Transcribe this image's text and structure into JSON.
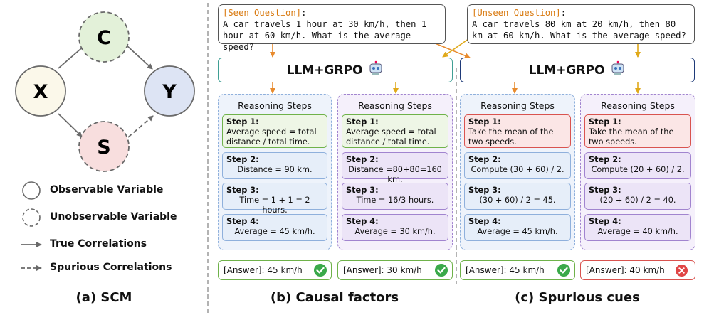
{
  "scm": {
    "nodes": {
      "x": "X",
      "c": "C",
      "y": "Y",
      "s": "S"
    },
    "legend": {
      "observable": "Observable Variable",
      "unobservable": "Unobservable Variable",
      "true_corr": "True Correlations",
      "spurious_corr": "Spurious Correlations"
    },
    "caption": "(a) SCM"
  },
  "seen": {
    "tag": "[Seen Question]",
    "colon": ":",
    "text": "A car travels 1 hour at 30 km/h, then 1 hour at 60 km/h. What is the average speed?"
  },
  "unseen": {
    "tag": "[Unseen Question]",
    "colon": ":",
    "text": "A car travels 80 km at 20 km/h, then 80 km at 60 km/h. What is the average speed?"
  },
  "llm_label": "LLM+GRPO",
  "columns": [
    {
      "title": "Reasoning Steps",
      "steps": [
        {
          "label": "Step 1:",
          "text": "Average speed = total distance / total time."
        },
        {
          "label": "Step 2:",
          "text": "Distance = 90 km."
        },
        {
          "label": "Step 3:",
          "text": "Time = 1 + 1 = 2 hours."
        },
        {
          "label": "Step 4:",
          "text": "Average = 45 km/h."
        }
      ],
      "answer": "[Answer]: 45 km/h",
      "correct": true
    },
    {
      "title": "Reasoning Steps",
      "steps": [
        {
          "label": "Step 1:",
          "text": "Average speed = total distance / total time."
        },
        {
          "label": "Step 2:",
          "text": "Distance =80+80=160 km."
        },
        {
          "label": "Step 3:",
          "text": "Time = 16/3 hours."
        },
        {
          "label": "Step 4:",
          "text": "Average = 30 km/h."
        }
      ],
      "answer": "[Answer]: 30 km/h",
      "correct": true
    },
    {
      "title": "Reasoning Steps",
      "steps": [
        {
          "label": "Step 1:",
          "text": "Take the mean of the two speeds."
        },
        {
          "label": "Step 2:",
          "text": "Compute (30 + 60) / 2."
        },
        {
          "label": "Step 3:",
          "text": "(30 + 60) / 2 = 45."
        },
        {
          "label": "Step 4:",
          "text": "Average = 45 km/h."
        }
      ],
      "answer": "[Answer]: 45 km/h",
      "correct": true
    },
    {
      "title": "Reasoning Steps",
      "steps": [
        {
          "label": "Step 1:",
          "text": "Take the mean of the two speeds."
        },
        {
          "label": "Step 2:",
          "text": "Compute (20 + 60) / 2."
        },
        {
          "label": "Step 3:",
          "text": "(20 + 60) / 2 = 40."
        },
        {
          "label": "Step 4:",
          "text": "Average = 40 km/h."
        }
      ],
      "answer": "[Answer]: 40 km/h",
      "correct": false
    }
  ],
  "captions": {
    "b": "(b) Causal factors",
    "c": "(c) Spurious cues"
  },
  "colors": {
    "green": "#6fb24a",
    "green_fill": "#eef6e6",
    "blue": "#8fb0dc",
    "blue_fill": "#e6eef9",
    "purple": "#a184cf",
    "purple_fill": "#ece4f7",
    "red": "#d9534f",
    "red_fill": "#fbe6e6",
    "orange": "#e88b2e",
    "gold": "#e0a91a",
    "teal": "#3f9f94",
    "navy": "#1e3a78",
    "check": "#3aa94a",
    "cross": "#e04545"
  }
}
